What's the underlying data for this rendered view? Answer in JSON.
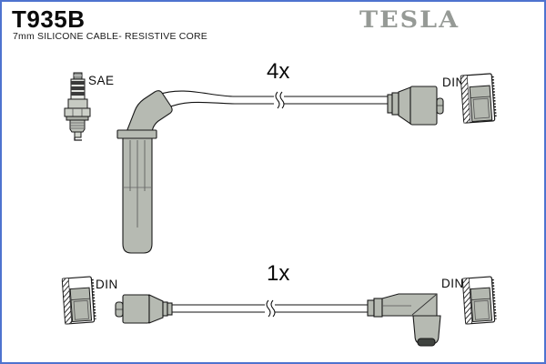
{
  "brand": {
    "name": "TESLA",
    "color": "#969a96"
  },
  "product": {
    "code": "T935B",
    "description": "7mm SILICONE CABLE- RESISTIVE CORE"
  },
  "diagram": {
    "top_assembly": {
      "quantity": "4x",
      "plug_end_label": "SAE",
      "distributor_end_label": "DIN"
    },
    "bottom_assembly": {
      "quantity": "1x",
      "left_end_label": "DIN",
      "right_end_label": "DIN"
    }
  },
  "colors": {
    "background": "#ffffff",
    "frame_border": "#4e73cf",
    "outline": "#1a1a1a",
    "boot_fill": "#b6bab2",
    "din_inner_fill": "#b4b8b0"
  }
}
